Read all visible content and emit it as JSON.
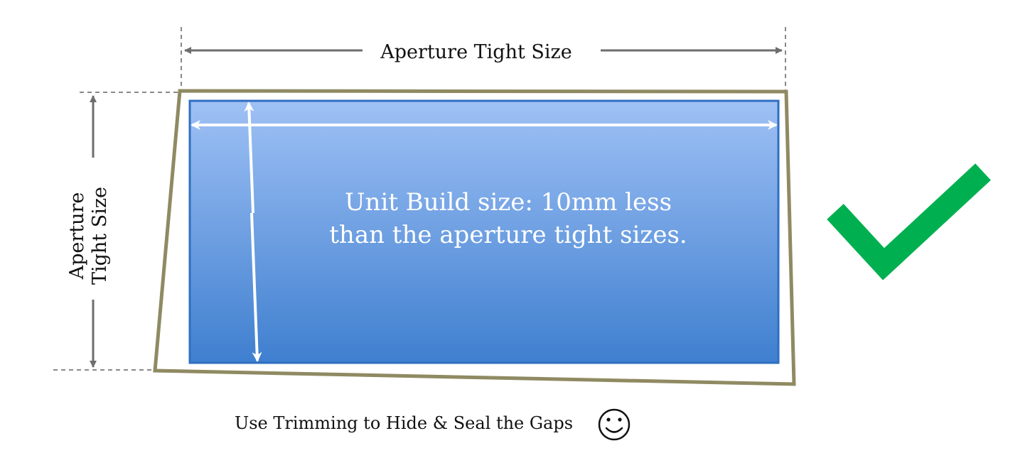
{
  "labels": {
    "top_dimension": "Aperture Tight Size",
    "left_dimension_line1": "Aperture",
    "left_dimension_line2": "Tight Size",
    "unit_line1": "Unit Build size: 10mm less",
    "unit_line2": "than the aperture tight sizes.",
    "footer_note": "Use Trimming to Hide & Seal the Gaps"
  },
  "colors": {
    "aperture_outline": "#8f8a62",
    "unit_fill_top": "#9fc1f5",
    "unit_fill_bottom": "#3f7fcf",
    "unit_border": "#2f6fc1",
    "dimension_line": "#6e6e6e",
    "checkmark": "#00b050"
  },
  "icons": {
    "check": "checkmark-icon",
    "smiley": "smiley-face-icon"
  }
}
